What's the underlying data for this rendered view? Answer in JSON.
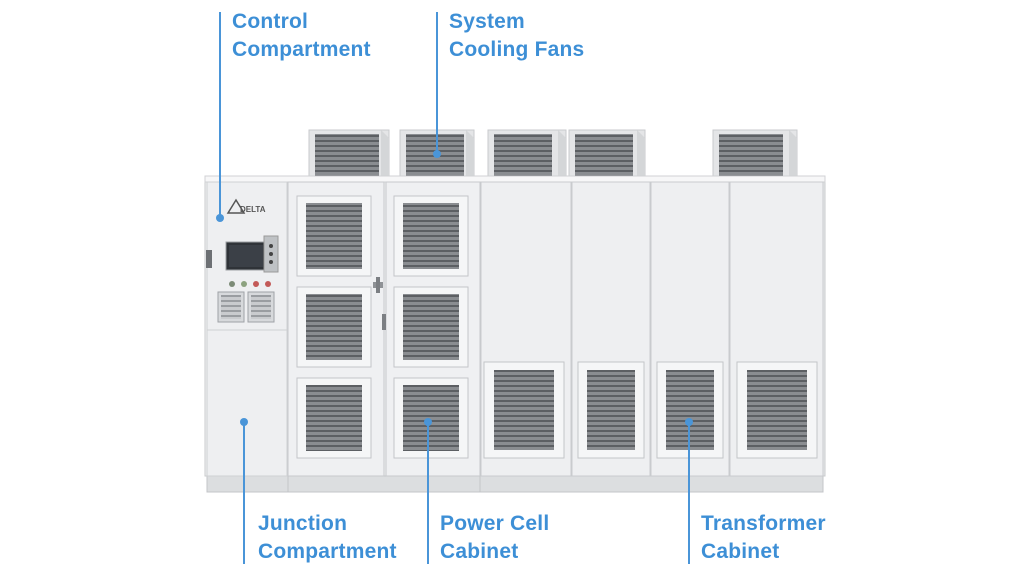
{
  "labels": {
    "control": {
      "line1": "Control",
      "line2": "Compartment"
    },
    "fans": {
      "line1": "System",
      "line2": "Cooling Fans"
    },
    "junction": {
      "line1": "Junction",
      "line2": "Compartment"
    },
    "power": {
      "line1": "Power Cell",
      "line2": "Cabinet"
    },
    "transformer": {
      "line1": "Transformer",
      "line2": "Cabinet"
    }
  },
  "brand": {
    "logo_text": "DELTA"
  },
  "colors": {
    "accent": "#3d8fd6",
    "cabinet": "#eeeff0",
    "vent": "#6b6e72"
  }
}
